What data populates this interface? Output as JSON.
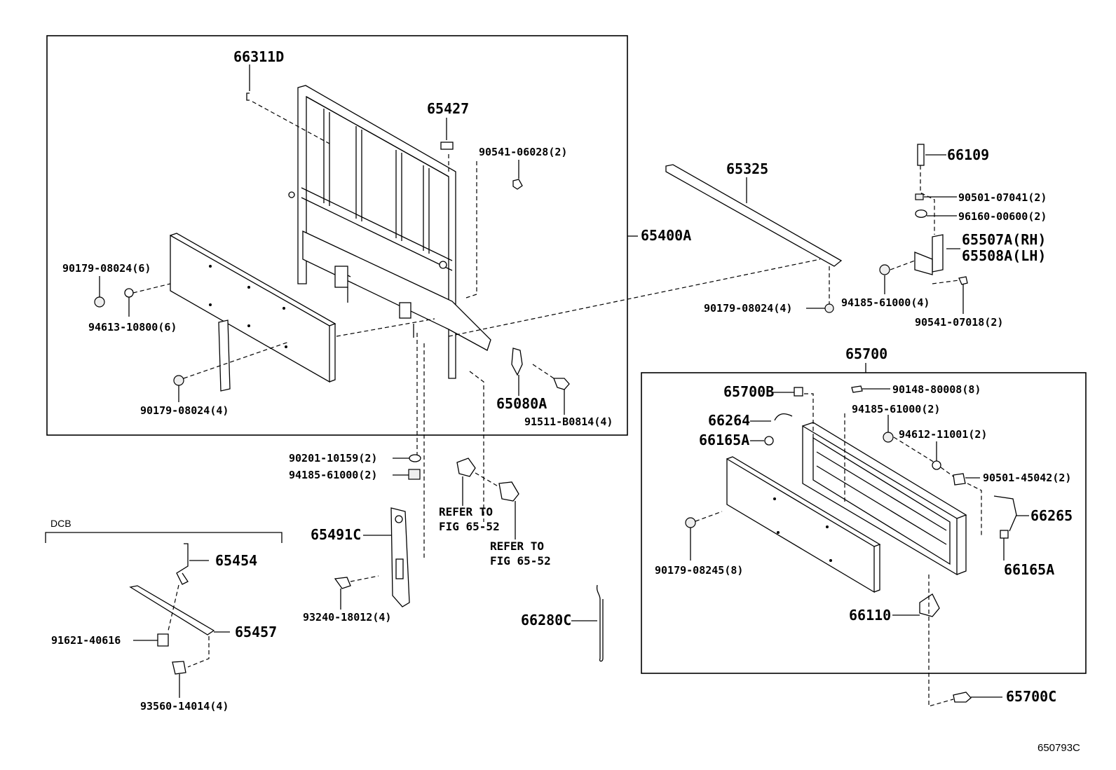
{
  "figure_id": "650793C",
  "section_label": "DCB",
  "labels": {
    "p66311D": "66311D",
    "p65427": "65427",
    "p90541_06028": "90541-06028(2)",
    "p65400A": "65400A",
    "p90179_08024_6": "90179-08024(6)",
    "p94613_10800": "94613-10800(6)",
    "p90179_08024_4a": "90179-08024(4)",
    "p65080A": "65080A",
    "p91511_B0814": "91511-B0814(4)",
    "p65325": "65325",
    "p90179_08024_4b": "90179-08024(4)",
    "p66109": "66109",
    "p90501_07041": "90501-07041(2)",
    "p96160_00600": "96160-00600(2)",
    "p65507A": "65507A(RH)",
    "p65508A": "65508A(LH)",
    "p94185_61000_4": "94185-61000(4)",
    "p90541_07018": "90541-07018(2)",
    "p65700": "65700",
    "p65700B": "65700B",
    "p90148_80008": "90148-80008(8)",
    "p94185_61000_2b": "94185-61000(2)",
    "p66264": "66264",
    "p94612_11001": "94612-11001(2)",
    "p66165A_a": "66165A",
    "p90501_45042": "90501-45042(2)",
    "p66265": "66265",
    "p66165A_b": "66165A",
    "p90179_08245": "90179-08245(8)",
    "p66110": "66110",
    "p65700C": "65700C",
    "p90201_10159": "90201-10159(2)",
    "p94185_61000_2a": "94185-61000(2)",
    "refer1_a": "REFER TO",
    "refer1_b": "FIG 65-52",
    "refer2_a": "REFER TO",
    "refer2_b": "FIG 65-52",
    "p65491C": "65491C",
    "p93240_18012": "93240-18012(4)",
    "p66280C": "66280C",
    "p65454": "65454",
    "p65457": "65457",
    "p91621_40616": "91621-40616",
    "p93560_14014": "93560-14014(4)"
  }
}
